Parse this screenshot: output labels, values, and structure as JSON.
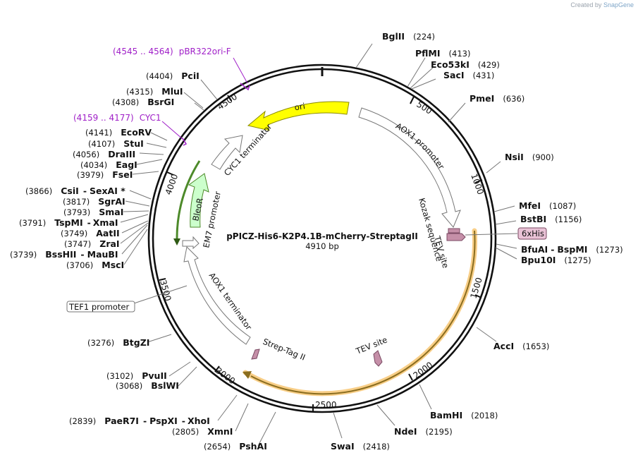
{
  "credit": {
    "prefix": "Created by",
    "brand": "SnapGene"
  },
  "center": {
    "name": "pPICZ-His6-K2P4.1B-mCherry-StreptagII",
    "size": "4910 bp"
  },
  "tick_labels": [
    "500",
    "1000",
    "1500",
    "2000",
    "2500",
    "3000",
    "3500",
    "4000",
    "4500"
  ],
  "sites_left": [
    {
      "pos": "(4404)",
      "name": "PciI"
    },
    {
      "pos": "(4315)",
      "name": "MluI"
    },
    {
      "pos": "(4308)",
      "name": "BsrGI"
    },
    {
      "pos": "(4141)",
      "name": "EcoRV"
    },
    {
      "pos": "(4107)",
      "name": "StuI"
    },
    {
      "pos": "(4056)",
      "name": "DraIII"
    },
    {
      "pos": "(4034)",
      "name": "EagI"
    },
    {
      "pos": "(3979)",
      "name": "FseI"
    },
    {
      "pos": "(3866)",
      "name": "CsiI",
      "extra": "SexAI *"
    },
    {
      "pos": "(3817)",
      "name": "SgrAI"
    },
    {
      "pos": "(3793)",
      "name": "SmaI"
    },
    {
      "pos": "(3791)",
      "name": "TspMI",
      "extra": "XmaI"
    },
    {
      "pos": "(3749)",
      "name": "AatII"
    },
    {
      "pos": "(3747)",
      "name": "ZraI"
    },
    {
      "pos": "(3739)",
      "name": "BssHII",
      "extra": "MauBI"
    },
    {
      "pos": "(3706)",
      "name": "MscI"
    },
    {
      "pos": "(3276)",
      "name": "BtgZI"
    },
    {
      "pos": "(3102)",
      "name": "PvuII"
    },
    {
      "pos": "(3068)",
      "name": "BslWI"
    },
    {
      "pos": "(2839)",
      "name": "PaeR7I",
      "extra": "PspXI",
      "extra2": "XhoI"
    },
    {
      "pos": "(2805)",
      "name": "XmnI"
    },
    {
      "pos": "(2654)",
      "name": "PshAI"
    }
  ],
  "sites_right": [
    {
      "name": "BglII",
      "pos": "(224)"
    },
    {
      "name": "PflMI",
      "pos": "(413)"
    },
    {
      "name": "Eco53kI",
      "pos": "(429)"
    },
    {
      "name": "SacI",
      "pos": "(431)"
    },
    {
      "name": "PmeI",
      "pos": "(636)"
    },
    {
      "name": "NsiI",
      "pos": "(900)"
    },
    {
      "name": "MfeI",
      "pos": "(1087)"
    },
    {
      "name": "BstBI",
      "pos": "(1156)"
    },
    {
      "name": "BfuAI",
      "extra": "BspMI",
      "pos": "(1273)"
    },
    {
      "name": "Bpu10I",
      "pos": "(1275)"
    },
    {
      "name": "AccI",
      "pos": "(1653)"
    },
    {
      "name": "BamHI",
      "pos": "(2018)"
    },
    {
      "name": "NdeI",
      "pos": "(2195)"
    },
    {
      "name": "SwaI",
      "pos": "(2418)"
    }
  ],
  "primers": [
    {
      "pos": "(4545 .. 4564)",
      "name": "pBR322ori-F"
    },
    {
      "pos": "(4159 .. 4177)",
      "name": "CYC1"
    }
  ],
  "boxed": {
    "his": "6xHis",
    "tef1": "TEF1 promoter"
  },
  "features": {
    "ori": "ori",
    "aox1_promoter": "AOX1 promoter",
    "kozak": "Kozak sequence",
    "tev1": "TEV site",
    "tev2": "TEV site",
    "strep": "Strep-Tag II",
    "aox1_term": "AOX1 terminator",
    "em7": "EM7 promoter",
    "bleor": "BleoR",
    "cyc1_term": "CYC1 terminator"
  },
  "colors": {
    "ori": "#ffff00",
    "bleor": "#ccffcc",
    "orf_highlight": "#f7c97a",
    "site_marker": "#c58fa8",
    "primer": "#a020c8",
    "his_box": "#e9c2d6"
  }
}
